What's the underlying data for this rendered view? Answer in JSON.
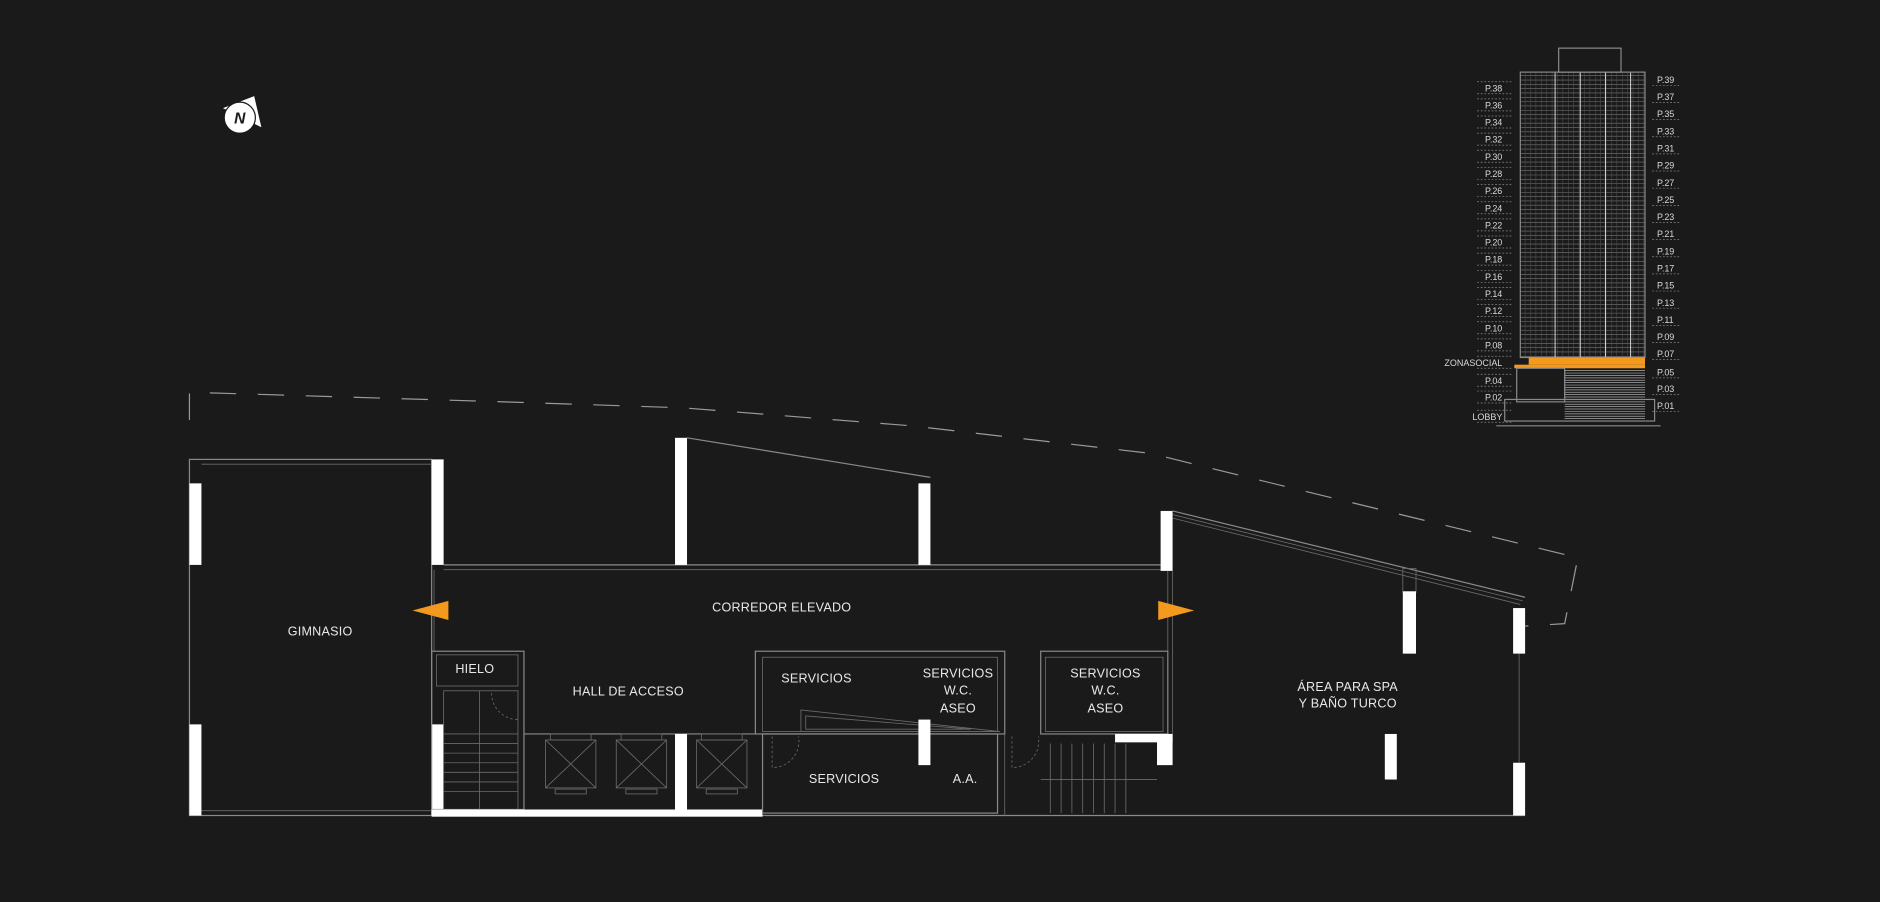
{
  "plan": {
    "rooms": {
      "gimnasio": "GIMNASIO",
      "corredor": "CORREDOR ELEVADO",
      "hielo": "HIELO",
      "hall": "HALL DE ACCESO",
      "servicios_1": "SERVICIOS",
      "servicios_wc_1": [
        "SERVICIOS",
        "W.C.",
        "ASEO"
      ],
      "servicios_2": "SERVICIOS",
      "aa": "A.A.",
      "servicios_wc_2": [
        "SERVICIOS",
        "W.C.",
        "ASEO"
      ],
      "spa": [
        "ÁREA PARA SPA",
        "Y BAÑO TURCO"
      ]
    },
    "compass_letter": "N"
  },
  "elevation": {
    "left_labels": [
      "P.38",
      "P.36",
      "P.34",
      "P.32",
      "P.30",
      "P.28",
      "P.26",
      "P.24",
      "P.22",
      "P.20",
      "P.18",
      "P.16",
      "P.14",
      "P.12",
      "P.10",
      "P.08",
      "ZONASOCIAL",
      "P.04",
      "P.02",
      "LOBBY"
    ],
    "right_labels": [
      "P.39",
      "P.37",
      "P.35",
      "P.33",
      "P.31",
      "P.29",
      "P.27",
      "P.25",
      "P.23",
      "P.21",
      "P.19",
      "P.17",
      "P.15",
      "P.13",
      "P.11",
      "P.09",
      "P.07",
      "P.05",
      "P.03",
      "P.01"
    ],
    "highlighted_floor": "ZONASOCIAL"
  },
  "colors": {
    "accent": "#f39a1e",
    "background": "#1a1a1a",
    "walls": "#ffffff"
  }
}
